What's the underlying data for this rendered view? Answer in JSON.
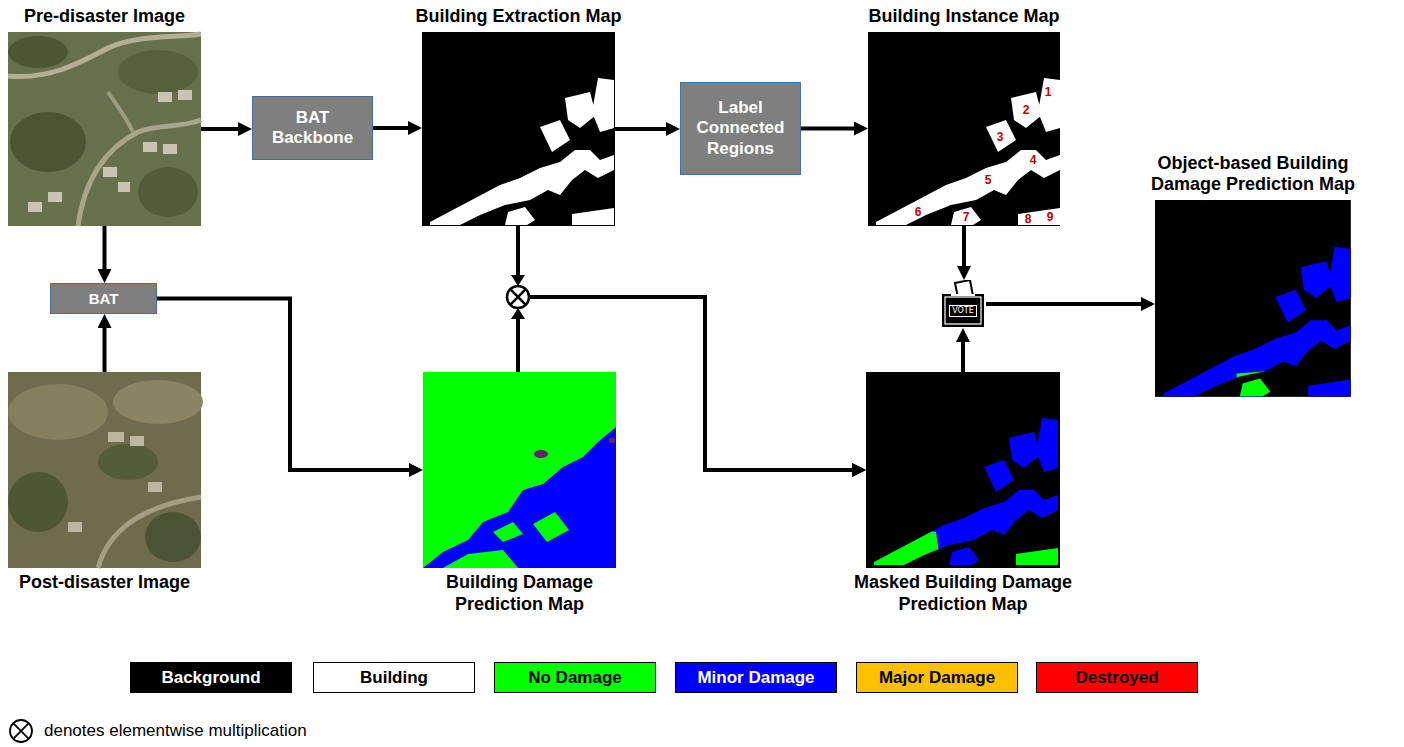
{
  "diagram": {
    "nodes": [
      {
        "text": [
          "Pre-disaster Image"
        ]
      },
      {
        "text": [
          "BAT Backbone"
        ]
      },
      {
        "text": [
          "Building Extraction Map"
        ]
      },
      {
        "text": [
          "Label Connected Regions"
        ]
      },
      {
        "text": [
          "Building Instance Map"
        ]
      },
      {
        "text": [
          "Object-based Building Damage Prediction Map"
        ]
      },
      {
        "text": [
          "BAT"
        ]
      },
      {
        "text": [
          "Post-disaster Image"
        ]
      },
      {
        "text": [
          "Building Damage Prediction Map"
        ]
      },
      {
        "text": [
          "VOTE"
        ]
      },
      {
        "text": [
          "Masked Building Damage Prediction Map"
        ]
      }
    ],
    "edges": [
      {
        "from": 0,
        "to": 1,
        "arrow": "to"
      },
      {
        "from": 1,
        "to": 2,
        "arrow": "to"
      },
      {
        "from": 2,
        "to": 3,
        "arrow": "to"
      },
      {
        "from": 3,
        "to": 4,
        "arrow": "to"
      },
      {
        "from": 0,
        "to": 6,
        "arrow": "to"
      },
      {
        "from": 7,
        "to": 6,
        "arrow": "to"
      },
      {
        "from": 6,
        "to": 8,
        "arrow": "to"
      },
      {
        "from": 2,
        "to": 10,
        "arrow": "to"
      },
      {
        "from": 8,
        "to": 10,
        "arrow": "to"
      },
      {
        "from": 4,
        "to": 9,
        "arrow": "to"
      },
      {
        "from": 10,
        "to": 9,
        "arrow": "to"
      },
      {
        "from": 9,
        "to": 5,
        "arrow": "to"
      }
    ],
    "labels": [
      "1",
      "2",
      "3",
      "4",
      "5",
      "6",
      "7",
      "8",
      "9"
    ],
    "legend": [
      {
        "text": "Background",
        "color": "#000000"
      },
      {
        "text": "Building",
        "color": "#ffffff"
      },
      {
        "text": "No Damage",
        "color": "#00ff00"
      },
      {
        "text": "Minor Damage",
        "color": "#0000ff"
      },
      {
        "text": "Major Damage",
        "color": "#ffc000"
      },
      {
        "text": "Destroyed",
        "color": "#ff0000"
      },
      {
        "text": "denotes elementwise multiplication"
      }
    ]
  }
}
